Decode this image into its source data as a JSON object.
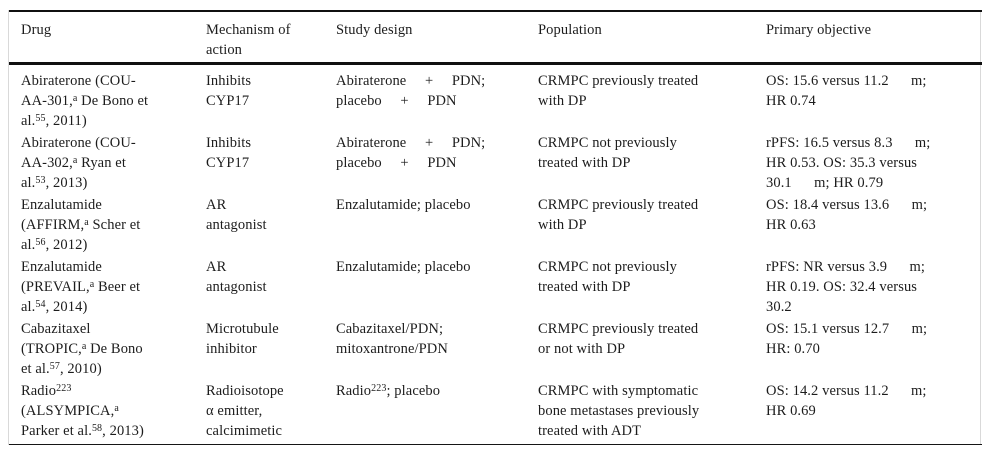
{
  "table": {
    "headers": {
      "drug": "Drug",
      "mechanism": "Mechanism of\naction",
      "study_design": "Study design",
      "population": "Population",
      "primary_objective": "Primary objective"
    },
    "rows": [
      {
        "drug": "Abiraterone (COU-\nAA-301,^{a} De Bono et\nal.^{55}, 2011)",
        "mechanism": "Inhibits\nCYP17",
        "study_design": "Abiraterone     +     PDN;\nplacebo     +     PDN",
        "population": "CRMPC previously treated\nwith DP",
        "primary_objective": "OS: 15.6 versus 11.2      m;\nHR 0.74"
      },
      {
        "drug": "Abiraterone (COU-\nAA-302,^{a} Ryan et\nal.^{53}, 2013)",
        "mechanism": "Inhibits\nCYP17",
        "study_design": "Abiraterone     +     PDN;\nplacebo     +     PDN",
        "population": "CRMPC not previously\ntreated with DP",
        "primary_objective": "rPFS: 16.5 versus 8.3      m;\nHR 0.53. OS: 35.3 versus\n30.1      m; HR 0.79"
      },
      {
        "drug": "Enzalutamide\n(AFFIRM,^{a} Scher et\nal.^{56}, 2012)",
        "mechanism": "AR\nantagonist",
        "study_design": "Enzalutamide; placebo",
        "population": "CRMPC previously treated\nwith DP",
        "primary_objective": "OS: 18.4 versus 13.6      m;\nHR 0.63"
      },
      {
        "drug": "Enzalutamide\n(PREVAIL,^{a} Beer et\nal.^{54}, 2014)",
        "mechanism": "AR\nantagonist",
        "study_design": "Enzalutamide; placebo",
        "population": "CRMPC not previously\ntreated with DP",
        "primary_objective": "rPFS: NR versus 3.9      m;\nHR 0.19. OS: 32.4 versus\n30.2"
      },
      {
        "drug": "Cabazitaxel\n(TROPIC,^{a} De Bono\net al.^{57}, 2010)",
        "mechanism": "Microtubule\ninhibitor",
        "study_design": "Cabazitaxel/PDN;\nmitoxantrone/PDN",
        "population": "CRMPC previously treated\nor not with DP",
        "primary_objective": "OS: 15.1 versus 12.7      m;\nHR: 0.70"
      },
      {
        "drug": "Radio^{223}\n(ALSYMPICA,^{a}\nParker et al.^{58}, 2013)",
        "mechanism": "Radioisotope\nα emitter,\ncalcimimetic",
        "study_design": "Radio^{223}; placebo",
        "population": "CRMPC with symptomatic\nbone metastases previously\ntreated with ADT",
        "primary_objective": "OS: 14.2 versus 11.2      m;\nHR 0.69"
      }
    ]
  }
}
